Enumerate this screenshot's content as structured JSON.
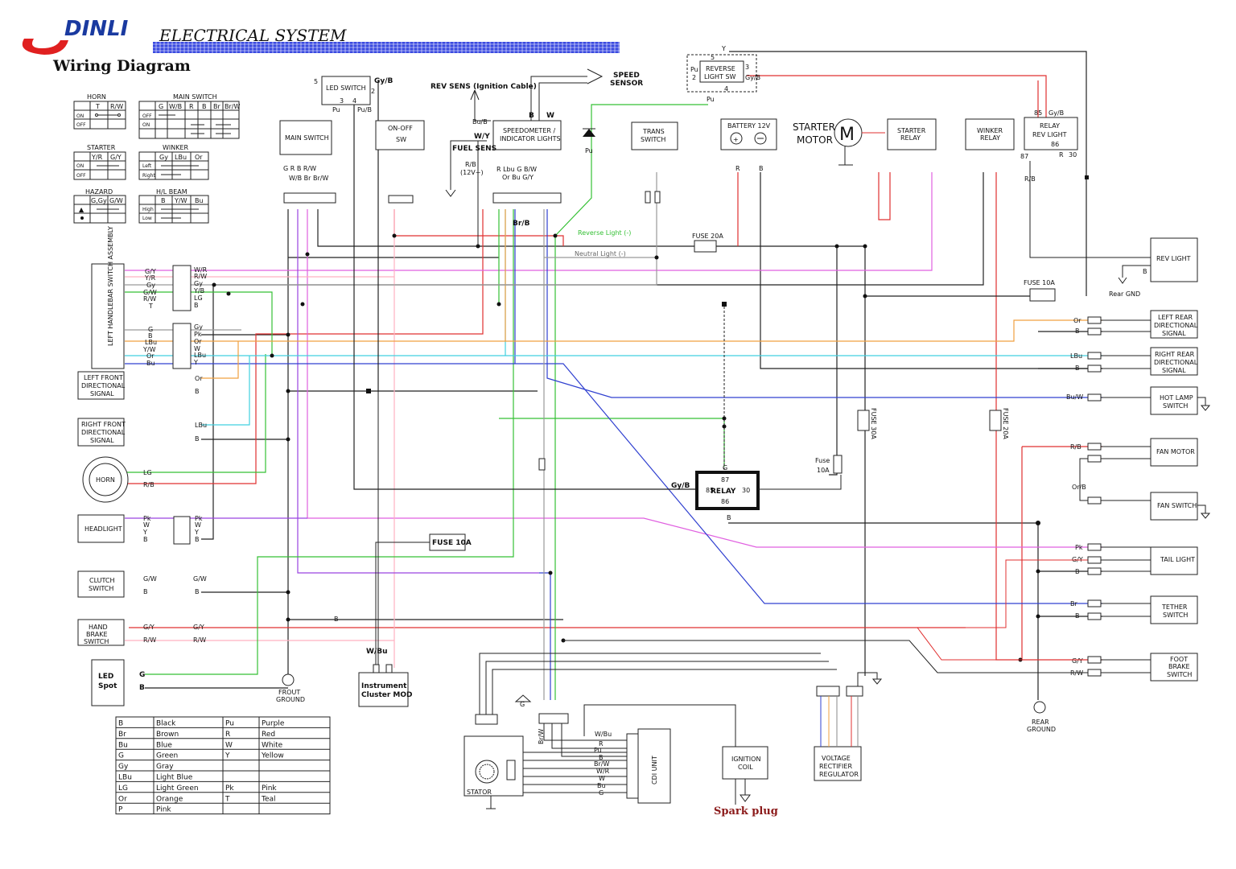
{
  "header": {
    "brand": "DINLI",
    "system_title": "ELECTRICAL SYSTEM",
    "subtitle": "Wiring Diagram"
  },
  "switch_tables": {
    "horn": {
      "title": "HORN",
      "cols": [
        "T",
        "R/W"
      ],
      "rows": [
        "ON",
        "OFF"
      ]
    },
    "main_switch": {
      "title": "MAIN  SWITCH",
      "cols": [
        "G",
        "W/B",
        "R",
        "B",
        "Br",
        "Br/W"
      ],
      "rows": [
        "OFF",
        "ON",
        " "
      ]
    },
    "starter": {
      "title": "STARTER",
      "cols": [
        "Y/R",
        "G/Y"
      ],
      "rows": [
        "ON",
        "OFF"
      ]
    },
    "winker": {
      "title": "WINKER",
      "cols": [
        "Gy",
        "LBu",
        "Or"
      ],
      "rows": [
        "Left",
        "Right"
      ]
    },
    "hazard": {
      "title": "HAZARD",
      "cols": [
        "G,Gy",
        "G/W"
      ],
      "rows": [
        "",
        ""
      ]
    },
    "hl_beam": {
      "title": "H/L  BEAM",
      "cols": [
        "B",
        "Y/W",
        "Bu"
      ],
      "rows": [
        "High",
        "Low"
      ]
    }
  },
  "components": {
    "led_switch": "LED SWITCH",
    "main_switch": "MAIN SWITCH",
    "on_off_sw_1": "ON-OFF",
    "on_off_sw_2": "SW",
    "speedometer_1": "SPEEDOMETER /",
    "speedometer_2": "INDICATOR LIGHTS",
    "speed_sensor_1": "SPEED",
    "speed_sensor_2": "SENSOR",
    "rev_sens": "REV SENS (Ignition Cable)",
    "fuel_sens": "FUEL SENS",
    "fuel_sens_wire": "R/B",
    "fuel_sens_volt": "(12V+)",
    "trans_switch_1": "TRANS",
    "trans_switch_2": "SWITCH",
    "battery": "BATTERY 12V",
    "starter_motor_1": "STARTER",
    "starter_motor_2": "MOTOR",
    "starter_relay_1": "STARTER",
    "starter_relay_2": "RELAY",
    "winker_relay_1": "WINKER",
    "winker_relay_2": "RELAY",
    "reverse_light_sw_1": "REVERSE",
    "reverse_light_sw_2": "LIGHT SW",
    "relay_rev_light_1": "RELAY",
    "relay_rev_light_2": "REV LIGHT",
    "rev_light": "REV LIGHT",
    "rear_gnd": "Rear GND",
    "left_handlebar": "LEFT HANDLEBAR SWITCH ASSEMBLY",
    "left_front_ds_1": "LEFT FRONT",
    "left_front_ds_2": "DIRECTIONAL",
    "left_front_ds_3": "SIGNAL",
    "right_front_ds_1": "RIGHT FRONT",
    "right_front_ds_2": "DIRECTIONAL",
    "right_front_ds_3": "SIGNAL",
    "horn": "HORN",
    "headlight": "HEADLIGHT",
    "clutch_switch_1": "CLUTCH",
    "clutch_switch_2": "SWITCH",
    "hand_brake_1": "HAND",
    "hand_brake_2": "BRAKE",
    "hand_brake_3": "SWITCH",
    "led_spot_1": "LED",
    "led_spot_2": "Spot",
    "front_ground_1": "FROUT",
    "front_ground_2": "GROUND",
    "instrument_cluster_1": "Instrument",
    "instrument_cluster_2": "Cluster MOD",
    "fuse_10a_mid": "FUSE 10A",
    "fuse_20a": "FUSE 20A",
    "fuse_10a_right": "FUSE 10A",
    "fuse_30a": "FUSE 30A",
    "fuse_20a_v": "FUSE 20A",
    "fuse_small_1": "Fuse",
    "fuse_small_2": "10A",
    "relay": "RELAY",
    "relay_87": "87",
    "relay_85": "85",
    "relay_86": "86",
    "relay_30": "30",
    "relay_in": "Gy/B",
    "left_rear_ds_1": "LEFT REAR",
    "left_rear_ds_2": "DIRECTIONAL",
    "left_rear_ds_3": "SIGNAL",
    "right_rear_ds_1": "RIGHT REAR",
    "right_rear_ds_2": "DIRECTIONAL",
    "right_rear_ds_3": "SIGNAL",
    "hot_lamp_1": "HOT LAMP",
    "hot_lamp_2": "SWITCH",
    "fan_motor": "FAN MOTOR",
    "fan_switch": "FAN SWITCH",
    "tail_light": "TAIL LIGHT",
    "tether_1": "TETHER",
    "tether_2": "SWITCH",
    "foot_brake_1": "FOOT",
    "foot_brake_2": "BRAKE",
    "foot_brake_3": "SWITCH",
    "rear_ground_1": "REAR",
    "rear_ground_2": "GROUND",
    "stator": "STATOR",
    "cdi_unit": "CDI UNIT",
    "ignition_coil_1": "IGNITION",
    "ignition_coil_2": "COIL",
    "spark_plug": "Spark plug",
    "vrr_1": "VOLTAGE",
    "vrr_2": "RECTIFIER",
    "vrr_3": "REGULATOR",
    "reverse_light_wire": "Reverse Light (-)",
    "neutral_light_wire": "Neutral Light (-)"
  },
  "color_legend": [
    {
      "code": "B",
      "name": "Black",
      "code2": "Pu",
      "name2": "Purple"
    },
    {
      "code": "Br",
      "name": "Brown",
      "code2": "R",
      "name2": "Red"
    },
    {
      "code": "Bu",
      "name": "Blue",
      "code2": "W",
      "name2": "White"
    },
    {
      "code": "G",
      "name": "Green",
      "code2": "Y",
      "name2": "Yellow"
    },
    {
      "code": "Gy",
      "name": "Gray",
      "code2": "",
      "name2": ""
    },
    {
      "code": "LBu",
      "name": "Light Blue",
      "code2": "",
      "name2": ""
    },
    {
      "code": "LG",
      "name": "Light Green",
      "code2": "Pk",
      "name2": "Pink"
    },
    {
      "code": "Or",
      "name": "Orange",
      "code2": "T",
      "name2": "Teal"
    },
    {
      "code": "P",
      "name": "Pink",
      "code2": "",
      "name2": ""
    }
  ],
  "colors": {
    "black": "#222222",
    "red": "#e03030",
    "pink": "#e060e0",
    "purple": "#9a44e0",
    "green": "#35c035",
    "lightgreen": "#40d060",
    "blue": "#3040d0",
    "lightblue": "#40d0e0",
    "orange": "#f0a040",
    "gray": "#9a9a9a",
    "brand_blue": "#1a3aa0",
    "brand_red": "#e02020"
  }
}
